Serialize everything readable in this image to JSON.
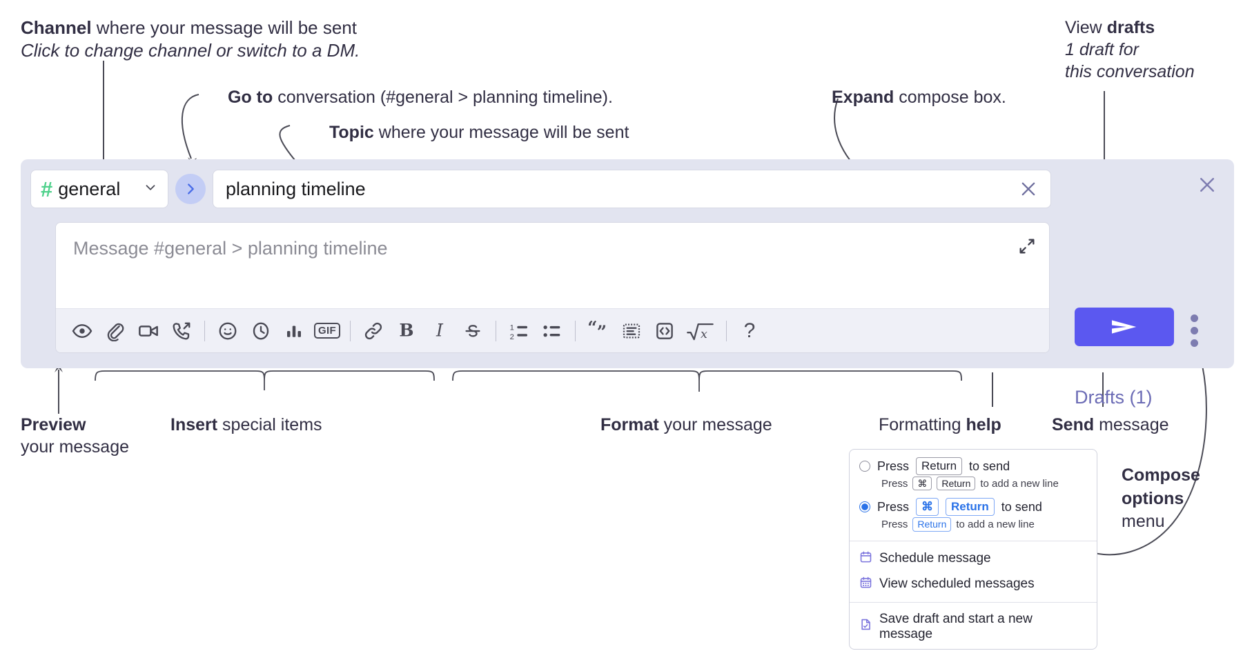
{
  "annotations": {
    "channel": {
      "bold": "Channel",
      "rest": " where your message will be sent",
      "italic": "Click to change channel or switch to a DM."
    },
    "goto": {
      "bold": "Go to",
      "rest": " conversation (#general > planning timeline)."
    },
    "topic": {
      "bold": "Topic",
      "rest": " where your message will be sent"
    },
    "expand": {
      "bold": "Expand",
      "rest": " compose box."
    },
    "drafts": {
      "plain": "View ",
      "bold": "drafts",
      "italic1": "1 draft for",
      "italic2": "this conversation"
    },
    "preview": {
      "bold": "Preview",
      "rest": "your message"
    },
    "insert": {
      "bold": "Insert",
      "rest": " special items"
    },
    "format": {
      "bold": "Format",
      "rest": " your message"
    },
    "help": {
      "plain": "Formatting ",
      "bold": "help"
    },
    "send": {
      "bold": "Send",
      "rest": " message"
    },
    "compose_options": {
      "bold1": "Compose",
      "bold2": "options",
      "rest": "menu"
    }
  },
  "compose": {
    "channel_name": "general",
    "hash_symbol": "#",
    "topic_value": "planning timeline",
    "message_placeholder": "Message #general > planning timeline",
    "drafts_label": "Drafts (1)",
    "toolbar_items": [
      {
        "name": "preview-icon",
        "title": "Preview"
      },
      {
        "name": "attachment-icon",
        "title": "Attach file"
      },
      {
        "name": "video-icon",
        "title": "Video clip"
      },
      {
        "name": "call-icon",
        "title": "Call"
      },
      {
        "name": "emoji-icon",
        "title": "Emoji"
      },
      {
        "name": "clock-icon",
        "title": "Reminder"
      },
      {
        "name": "poll-icon",
        "title": "Poll"
      },
      {
        "name": "gif-icon",
        "title": "GIF"
      },
      {
        "name": "link-icon",
        "title": "Link"
      },
      {
        "name": "bold-icon",
        "title": "Bold"
      },
      {
        "name": "italic-icon",
        "title": "Italic"
      },
      {
        "name": "strikethrough-icon",
        "title": "Strikethrough"
      },
      {
        "name": "ordered-list-icon",
        "title": "Ordered list"
      },
      {
        "name": "bulleted-list-icon",
        "title": "Bulleted list"
      },
      {
        "name": "blockquote-icon",
        "title": "Blockquote"
      },
      {
        "name": "code-block-icon",
        "title": "Code block"
      },
      {
        "name": "inline-code-icon",
        "title": "Code"
      },
      {
        "name": "math-icon",
        "title": "Math"
      },
      {
        "name": "help-icon",
        "title": "Formatting help"
      }
    ],
    "gif_label": "GIF",
    "help_label": "?"
  },
  "menu": {
    "option1": {
      "pre": "Press",
      "key": "Return",
      "post": "to send",
      "sub_pre": "Press",
      "sub_key1": "⌘",
      "sub_key2": "Return",
      "sub_post": "to add a new line",
      "selected": false
    },
    "option2": {
      "pre": "Press",
      "key1": "⌘",
      "key2": "Return",
      "post": "to send",
      "sub_pre": "Press",
      "sub_key": "Return",
      "sub_post": "to add a new line",
      "selected": true
    },
    "items": [
      {
        "icon": "calendar-icon",
        "label": "Schedule message"
      },
      {
        "icon": "calendar-grid-icon",
        "label": "View scheduled messages"
      },
      {
        "icon": "save-draft-icon",
        "label": "Save draft and start a new message"
      }
    ]
  },
  "colors": {
    "accent": "#5b58f0",
    "panel_bg": "#e2e4f0",
    "toolbar_bg": "#eff0f7",
    "hash_green": "#4fd18b",
    "goto_blue": "#4b6ee8",
    "drafts_purple": "#6b6bb5",
    "menu_icon_purple": "#7b74dd",
    "radio_blue": "#2a72e8"
  }
}
